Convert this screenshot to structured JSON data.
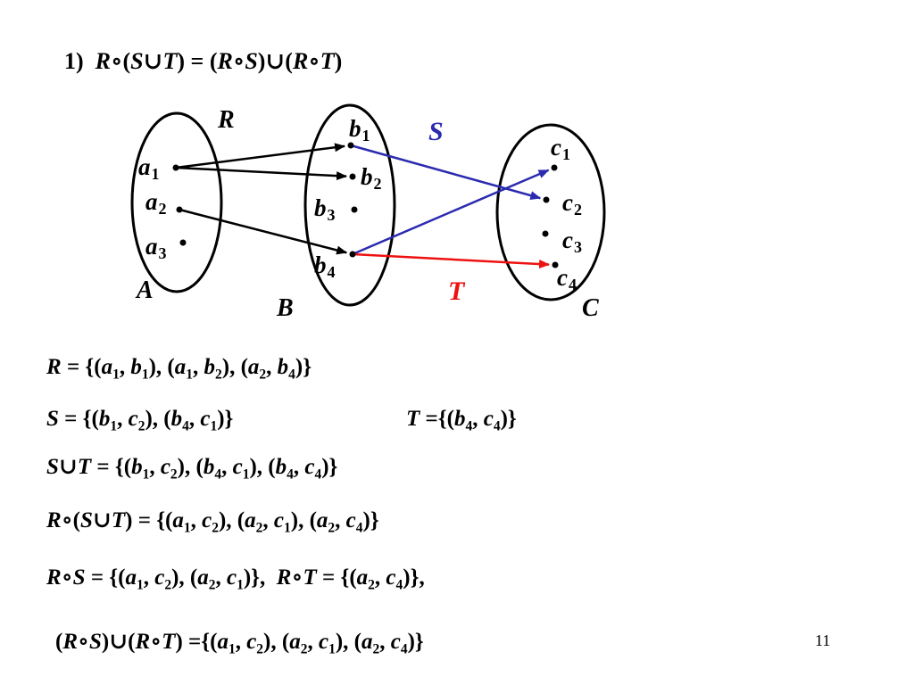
{
  "title": {
    "num": "1)",
    "r1": "R",
    "o1": "∘",
    "p1": "(",
    "s1": "S",
    "u1": "∪",
    "t1": "T",
    "p2": ")",
    "eq": " = ",
    "p3": "(",
    "r2": "R",
    "o2": "∘",
    "s2": "S",
    "p4": ")",
    "u2": "∪",
    "p5": "(",
    "r3": "R",
    "o3": "∘",
    "t2": "T",
    "p6": ")"
  },
  "diagram": {
    "set_labels": {
      "A": "A",
      "B": "B",
      "C": "C"
    },
    "relation_labels": {
      "R": "R",
      "S": "S",
      "T": "T"
    },
    "colors": {
      "R": "#000000",
      "S": "#2b2bb0",
      "T": "#ee1111"
    },
    "elements": {
      "a1": {
        "base": "a",
        "sub": "1"
      },
      "a2": {
        "base": "a",
        "sub": "2"
      },
      "a3": {
        "base": "a",
        "sub": "3"
      },
      "b1": {
        "base": "b",
        "sub": "1"
      },
      "b2": {
        "base": "b",
        "sub": "2"
      },
      "b3": {
        "base": "b",
        "sub": "3"
      },
      "b4": {
        "base": "b",
        "sub": "4"
      },
      "c1": {
        "base": "c",
        "sub": "1"
      },
      "c2": {
        "base": "c",
        "sub": "2"
      },
      "c3": {
        "base": "c",
        "sub": "3"
      },
      "c4": {
        "base": "c",
        "sub": "4"
      }
    },
    "relations": {
      "R": [
        [
          "a1",
          "b1"
        ],
        [
          "a1",
          "b2"
        ],
        [
          "a2",
          "b4"
        ]
      ],
      "S": [
        [
          "b1",
          "c2"
        ],
        [
          "b4",
          "c1"
        ]
      ],
      "T": [
        [
          "b4",
          "c4"
        ]
      ]
    }
  },
  "lines": {
    "r_def": {
      "lhs": "R",
      "eq": " = {(",
      "e1": "a",
      "e1s": "1",
      "c1": ", ",
      "e2": "b",
      "e2s": "1",
      "c2": "), (",
      "e3": "a",
      "e3s": "1",
      "c3": ", ",
      "e4": "b",
      "e4s": "2",
      "c4": "), (",
      "e5": "a",
      "e5s": "2",
      "c5": ", ",
      "e6": "b",
      "e6s": "4",
      "end": ")}"
    },
    "s_def": {
      "lhs": "S",
      "eq": " = {(",
      "e1": "b",
      "e1s": "1",
      "c1": ", ",
      "e2": "c",
      "e2s": "2",
      "c2": "), (",
      "e3": "b",
      "e3s": "4",
      "c3": ", ",
      "e4": "c",
      "e4s": "1",
      "end": ")}"
    },
    "t_def": {
      "lhs": "T",
      "eq": " ={(",
      "e1": "b",
      "e1s": "4",
      "c1": ", ",
      "e2": "c",
      "e2s": "4",
      "end": ")}"
    },
    "s_union_t": {
      "s": "S",
      "u": "∪",
      "t": "T",
      "eq": " = {(",
      "e1": "b",
      "e1s": "1",
      "c1": ", ",
      "e2": "c",
      "e2s": "2",
      "c2": "), (",
      "e3": "b",
      "e3s": "4",
      "c3": ", ",
      "e4": "c",
      "e4s": "1",
      "c4": "), (",
      "e5": "b",
      "e5s": "4",
      "c5": ", ",
      "e6": "c",
      "e6s": "4",
      "end": ")}"
    },
    "r_comp_s_union_t": {
      "r": "R",
      "o": "∘",
      "p1": "(",
      "s": "S",
      "u": "∪",
      "t": "T",
      "eq": ") = {(",
      "e1": "a",
      "e1s": "1",
      "c1": ", ",
      "e2": "c",
      "e2s": "2",
      "c2": "), (",
      "e3": "a",
      "e3s": "2",
      "c3": ", ",
      "e4": "c",
      "e4s": "1",
      "c4": "), (",
      "e5": "a",
      "e5s": "2",
      "c5": ", ",
      "e6": "c",
      "e6s": "4",
      "end": ")}"
    },
    "rs_rt": {
      "r": "R",
      "o": "∘",
      "s": "S",
      "eq": " = {(",
      "e1": "a",
      "e1s": "1",
      "c1": ", ",
      "e2": "c",
      "e2s": "2",
      "c2": "), (",
      "e3": "a",
      "e3s": "2",
      "c3": ", ",
      "e4": "c",
      "e4s": "1",
      "mid": ")},  ",
      "r2": "R",
      "o2": "∘",
      "t2": "T",
      "eq2": " = {(",
      "e5": "a",
      "e5s": "2",
      "c5": ", ",
      "e6": "c",
      "e6s": "4",
      "end": ")},"
    },
    "final": {
      "p1": "(",
      "r": "R",
      "o": "∘",
      "s": "S",
      "p2": ")",
      "u": "∪",
      "p3": "(",
      "r2": "R",
      "o2": "∘",
      "t": "T",
      "eq": ") ={(",
      "e1": "a",
      "e1s": "1",
      "c1": ", ",
      "e2": "c",
      "e2s": "2",
      "c2": "), (",
      "e3": "a",
      "e3s": "2",
      "c3": ", ",
      "e4": "c",
      "e4s": "1",
      "c4": "), (",
      "e5": "a",
      "e5s": "2",
      "c5": ", ",
      "e6": "c",
      "e6s": "4",
      "end": ")}"
    }
  },
  "page_number": "11"
}
